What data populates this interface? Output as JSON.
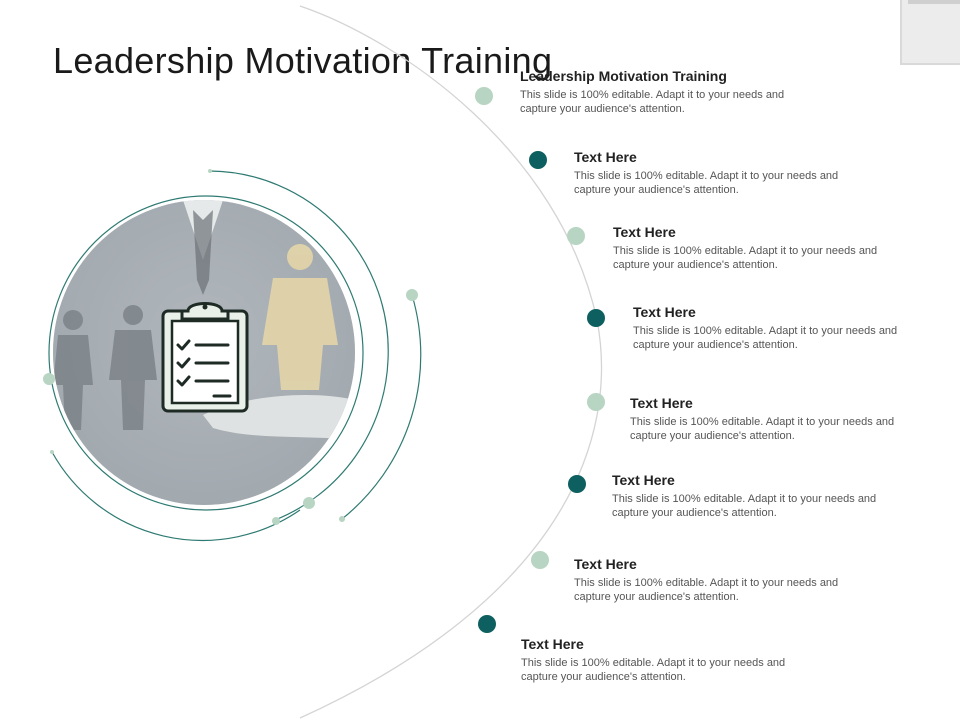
{
  "slide": {
    "title": "Leadership Motivation Training"
  },
  "items": [
    {
      "title": "Leadership Motivation Training",
      "desc": "This slide is 100% editable. Adapt it to your needs and capture your audience's attention."
    },
    {
      "title": "Text Here",
      "desc": "This slide is 100% editable. Adapt it to your needs and capture your audience's attention."
    },
    {
      "title": "Text Here",
      "desc": "This slide is 100% editable. Adapt it to your needs and capture your audience's attention."
    },
    {
      "title": "Text Here",
      "desc": "This slide is 100% editable. Adapt it to your needs and capture your audience's attention."
    },
    {
      "title": "Text Here",
      "desc": "This slide is 100% editable. Adapt it to your needs and capture your audience's attention."
    },
    {
      "title": "Text Here",
      "desc": "This slide is 100% editable. Adapt it to your needs and capture your audience's attention."
    },
    {
      "title": "Text Here",
      "desc": "This slide is 100% editable. Adapt it to your needs and capture your audience's attention."
    },
    {
      "title": "Text Here",
      "desc": "This slide is 100% editable. Adapt it to your needs and capture your audience's attention."
    }
  ],
  "colors": {
    "dark_teal": "#0e5f5f",
    "light_green": "#b7d5c2",
    "arc_gray": "#cfcfcf",
    "ring_teal": "#2e7a72"
  },
  "icons": {
    "center": "clipboard-checklist-icon"
  }
}
